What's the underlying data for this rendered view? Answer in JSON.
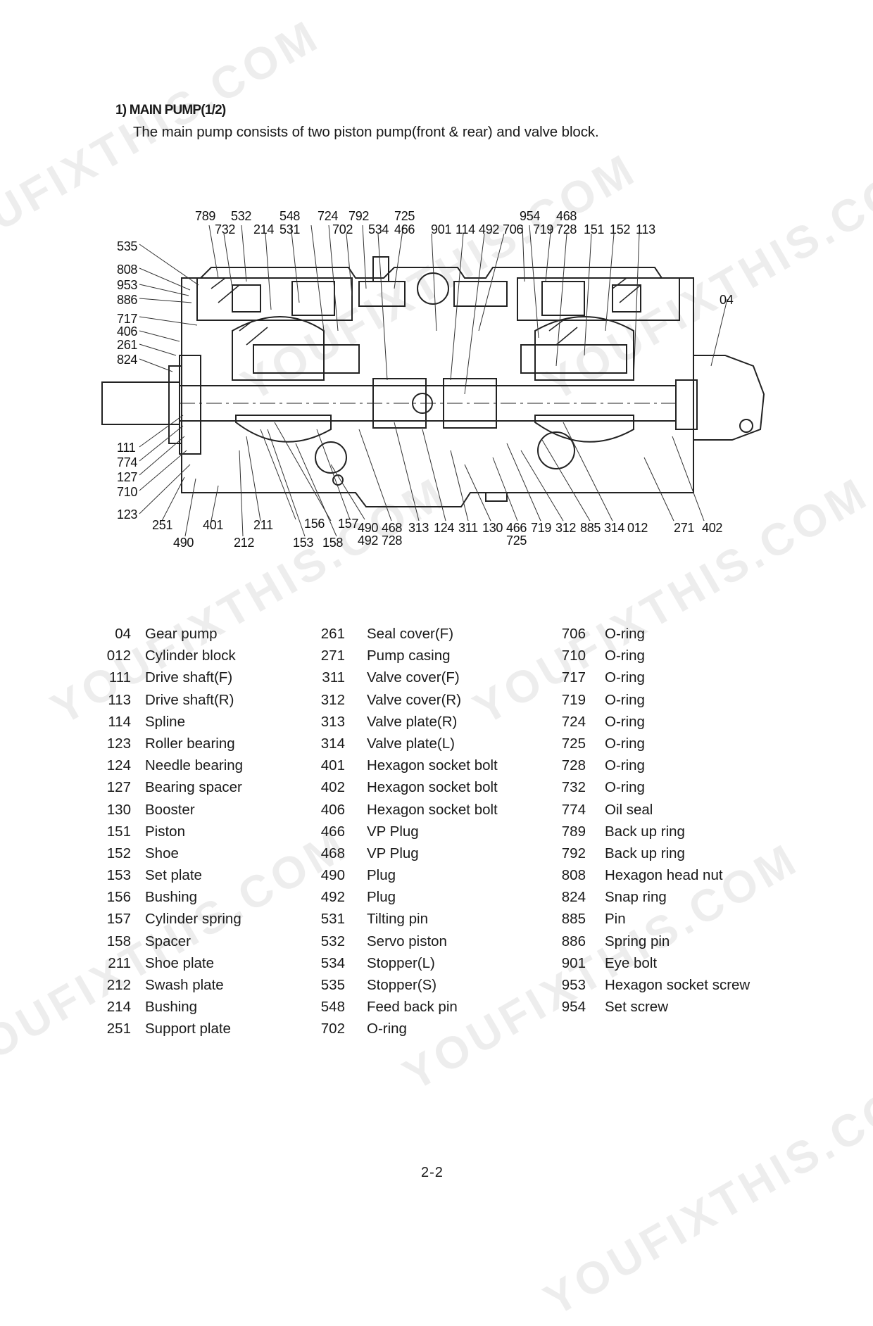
{
  "section": {
    "heading": "1) MAIN PUMP(1/2)",
    "intro": "The main pump consists of two piston pump(front & rear) and valve block."
  },
  "diagram_labels": {
    "top_row1": [
      "789",
      "532",
      "548",
      "724",
      "792",
      "725",
      "954",
      "468"
    ],
    "top_row2": [
      "732",
      "214",
      "531",
      "702",
      "534",
      "466",
      "901",
      "114",
      "492",
      "706",
      "719",
      "728",
      "151",
      "152",
      "113"
    ],
    "left_upper": [
      "535",
      "808",
      "953",
      "886",
      "717",
      "406",
      "261",
      "824"
    ],
    "left_lower": [
      "111",
      "774",
      "127",
      "710",
      "123"
    ],
    "right": [
      "04"
    ],
    "bottom_row1": [
      "251",
      "401",
      "211",
      "156",
      "157",
      "490",
      "468",
      "313",
      "124",
      "311",
      "130",
      "466",
      "719",
      "312",
      "885",
      "314",
      "012",
      "271",
      "402"
    ],
    "bottom_row2": [
      "490",
      "212",
      "153",
      "158",
      "492",
      "728",
      "725"
    ]
  },
  "parts": {
    "col1": [
      {
        "no": "04",
        "name": "Gear pump"
      },
      {
        "no": "012",
        "name": "Cylinder block"
      },
      {
        "no": "111",
        "name": "Drive shaft(F)"
      },
      {
        "no": "113",
        "name": "Drive shaft(R)"
      },
      {
        "no": "114",
        "name": "Spline"
      },
      {
        "no": "123",
        "name": "Roller bearing"
      },
      {
        "no": "124",
        "name": "Needle bearing"
      },
      {
        "no": "127",
        "name": "Bearing spacer"
      },
      {
        "no": "130",
        "name": "Booster"
      },
      {
        "no": "151",
        "name": "Piston"
      },
      {
        "no": "152",
        "name": "Shoe"
      },
      {
        "no": "153",
        "name": "Set plate"
      },
      {
        "no": "156",
        "name": "Bushing"
      },
      {
        "no": "157",
        "name": "Cylinder spring"
      },
      {
        "no": "158",
        "name": "Spacer"
      },
      {
        "no": "211",
        "name": "Shoe plate"
      },
      {
        "no": "212",
        "name": "Swash plate"
      },
      {
        "no": "214",
        "name": "Bushing"
      },
      {
        "no": "251",
        "name": "Support plate"
      }
    ],
    "col2": [
      {
        "no": "261",
        "name": "Seal cover(F)"
      },
      {
        "no": "271",
        "name": "Pump casing"
      },
      {
        "no": "311",
        "name": "Valve cover(F)"
      },
      {
        "no": "312",
        "name": "Valve cover(R)"
      },
      {
        "no": "313",
        "name": "Valve plate(R)"
      },
      {
        "no": "314",
        "name": "Valve plate(L)"
      },
      {
        "no": "401",
        "name": "Hexagon socket bolt"
      },
      {
        "no": "402",
        "name": "Hexagon socket bolt"
      },
      {
        "no": "406",
        "name": "Hexagon socket bolt"
      },
      {
        "no": "466",
        "name": "VP Plug"
      },
      {
        "no": "468",
        "name": "VP Plug"
      },
      {
        "no": "490",
        "name": "Plug"
      },
      {
        "no": "492",
        "name": "Plug"
      },
      {
        "no": "531",
        "name": "Tilting pin"
      },
      {
        "no": "532",
        "name": "Servo piston"
      },
      {
        "no": "534",
        "name": "Stopper(L)"
      },
      {
        "no": "535",
        "name": "Stopper(S)"
      },
      {
        "no": "548",
        "name": "Feed back pin"
      },
      {
        "no": "702",
        "name": "O-ring"
      }
    ],
    "col3": [
      {
        "no": "706",
        "name": "O-ring"
      },
      {
        "no": "710",
        "name": "O-ring"
      },
      {
        "no": "717",
        "name": "O-ring"
      },
      {
        "no": "719",
        "name": "O-ring"
      },
      {
        "no": "724",
        "name": "O-ring"
      },
      {
        "no": "725",
        "name": "O-ring"
      },
      {
        "no": "728",
        "name": "O-ring"
      },
      {
        "no": "732",
        "name": "O-ring"
      },
      {
        "no": "774",
        "name": "Oil seal"
      },
      {
        "no": "789",
        "name": "Back up ring"
      },
      {
        "no": "792",
        "name": "Back up ring"
      },
      {
        "no": "808",
        "name": "Hexagon head nut"
      },
      {
        "no": "824",
        "name": "Snap ring"
      },
      {
        "no": "885",
        "name": "Pin"
      },
      {
        "no": "886",
        "name": "Spring pin"
      },
      {
        "no": "901",
        "name": "Eye bolt"
      },
      {
        "no": "953",
        "name": "Hexagon socket screw"
      },
      {
        "no": "954",
        "name": "Set screw"
      }
    ]
  },
  "page_number": "2-2",
  "watermark": "YOUFIXTHIS.COM"
}
